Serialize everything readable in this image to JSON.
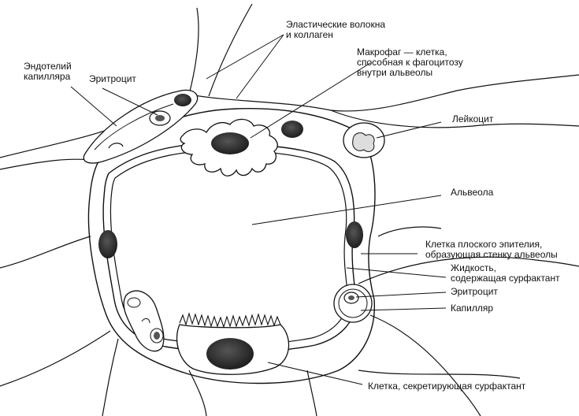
{
  "labels": {
    "elastic_fibers": [
      "Эластические волокна",
      "и коллаген"
    ],
    "macrophage": [
      "Макрофаг — клетка,",
      "способная к фагоцитозу",
      "внутри альвеолы"
    ],
    "endothelium": [
      "Эндотелий",
      "капилляра"
    ],
    "erythrocyte_top": "Эритроцит",
    "leukocyte": "Лейкоцит",
    "alveolus": "Альвеола",
    "squamous_cell": [
      "Клетка плоского эпителия,",
      "образующая стенку альвеолы"
    ],
    "fluid": [
      "Жидкость,",
      "содержащая сурфактант"
    ],
    "erythrocyte_right": "Эритроцит",
    "capillary": "Капилляр",
    "surfactant_cell": "Клетка, секретирующая сурфактант"
  },
  "colors": {
    "ink": "#111111",
    "nucleus": "#2b2b2b",
    "paper": "#ffffff"
  }
}
